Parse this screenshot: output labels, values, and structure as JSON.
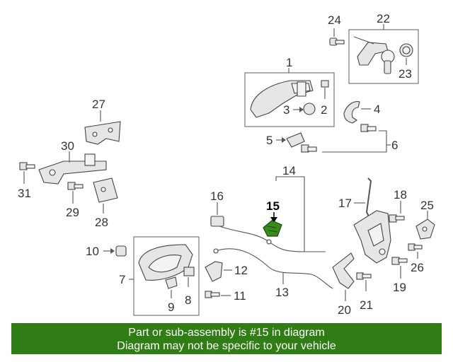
{
  "callouts": [
    "1",
    "2",
    "3",
    "4",
    "5",
    "6",
    "7",
    "8",
    "9",
    "10",
    "11",
    "12",
    "13",
    "14",
    "15",
    "16",
    "17",
    "18",
    "19",
    "20",
    "21",
    "22",
    "23",
    "24",
    "25",
    "26",
    "27",
    "28",
    "29",
    "30",
    "31"
  ],
  "highlighted_part": "15",
  "highlight_color": "#3a8a1a",
  "banner_color": "#2f7d14",
  "footer": {
    "line1": "Part or sub-assembly is #15 in diagram",
    "line2": "Diagram may not be specific to your vehicle"
  }
}
